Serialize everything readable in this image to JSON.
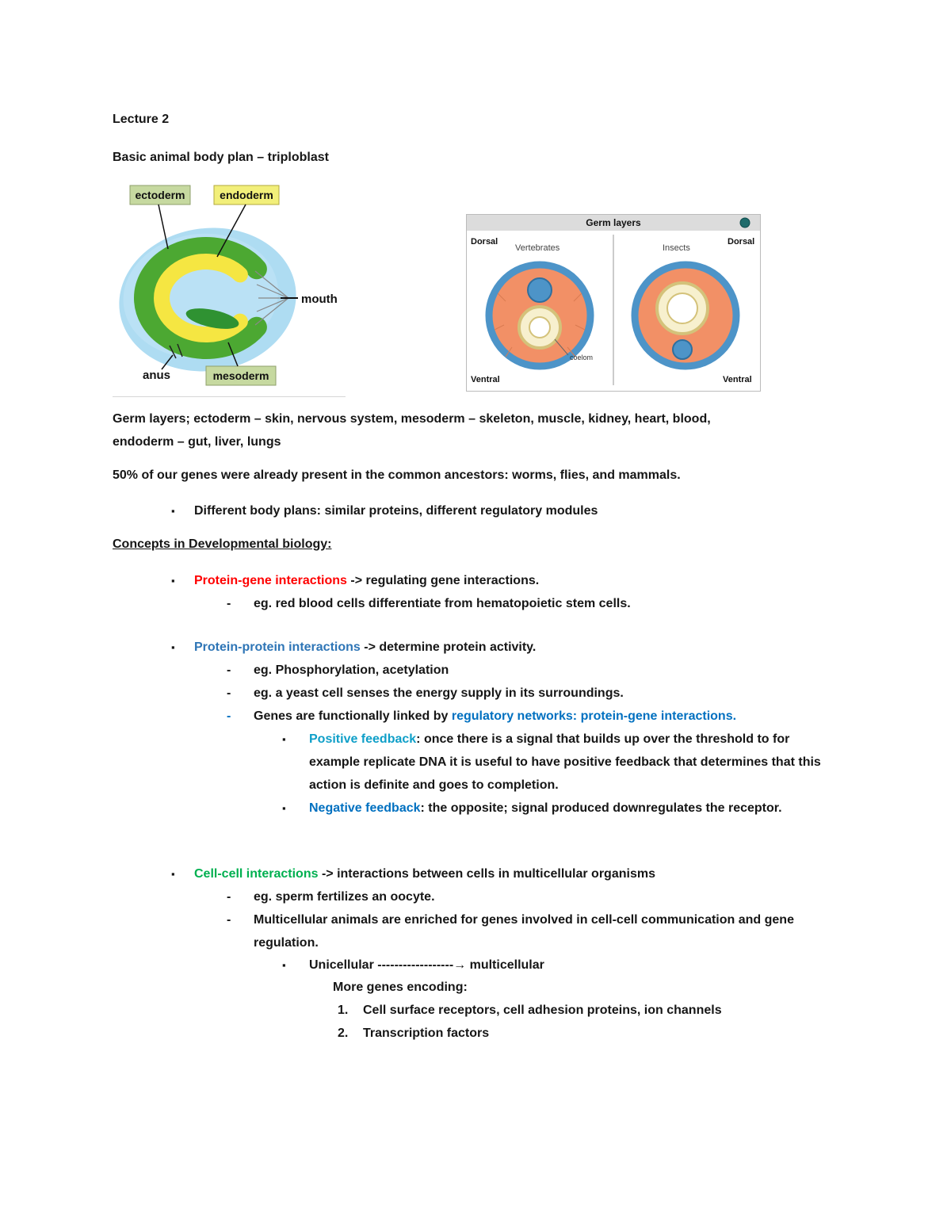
{
  "colors": {
    "red_term": "#ff0000",
    "blue_term": "#2e75b6",
    "blue_link": "#0070c0",
    "teal_term": "#0f9fc8",
    "green_term": "#00b050",
    "gastrula_ectoderm_fill": "#4ca832",
    "gastrula_endoderm_fill": "#f5e642",
    "gastrula_outer_fill": "#aedcf2",
    "germ_orange": "#f29066",
    "germ_blue": "#4d94c8",
    "germ_cream": "#f7f0ce"
  },
  "markers": {
    "square": "▪",
    "dash": "-"
  },
  "header": {
    "title": "Lecture 2",
    "subtitle": "Basic animal body plan – triploblast"
  },
  "figure_gastrula": {
    "ectoderm": "ectoderm",
    "endoderm": "endoderm",
    "mouth": "mouth",
    "anus": "anus",
    "mesoderm": "mesoderm"
  },
  "figure_germ_layers": {
    "title": "Germ layers",
    "dorsal_left": "Dorsal",
    "vertebrates": "Vertebrates",
    "insects": "Insects",
    "dorsal_right": "Dorsal",
    "ventral_left": "Ventral",
    "coelom": "coelom",
    "ventral_right": "Ventral"
  },
  "body": {
    "germ_layers_line1": "Germ layers; ectoderm – skin, nervous system, mesoderm – skeleton, muscle, kidney, heart, blood,",
    "germ_layers_line2": "endoderm – gut, liver, lungs",
    "common_ancestors": "50% of our genes were already present in the common ancestors: worms, flies, and mammals.",
    "body_plans": "Different body plans: similar proteins, different regulatory modules",
    "concepts_heading": "Concepts in Developmental biology:",
    "protein_gene": {
      "term": "Protein-gene interactions",
      "rest": " -> regulating gene interactions.",
      "eg1": "eg. red blood cells differentiate from hematopoietic stem cells."
    },
    "protein_protein": {
      "term": "Protein-protein interactions",
      "rest": " -> determine protein activity.",
      "eg1": "eg. Phosphorylation, acetylation",
      "eg2": "eg. a yeast cell senses the energy supply in its surroundings.",
      "genes_linked_prefix": "Genes are functionally linked by ",
      "genes_linked_colored": "regulatory networks: protein-gene interactions.",
      "positive_term": "Positive feedback",
      "positive_rest": ": once there is a signal that builds up over the threshold to for example replicate DNA it is useful to have positive feedback that determines that this action is definite and goes to completion.",
      "negative_term": "Negative feedback",
      "negative_rest": ": the opposite; signal produced downregulates the receptor."
    },
    "cell_cell": {
      "term": "Cell-cell interactions",
      "rest": " -> interactions between cells in multicellular organisms",
      "eg1": "eg. sperm fertilizes an oocyte.",
      "multicellular": "Multicellular animals are enriched for genes involved in cell-cell communication and gene regulation.",
      "unicellular_line": "Unicellular ------------------→ multicellular",
      "more_genes": "More genes encoding:",
      "item1_num": "1.",
      "item1": "Cell surface receptors, cell adhesion proteins, ion channels",
      "item2_num": "2.",
      "item2": "Transcription factors"
    }
  }
}
